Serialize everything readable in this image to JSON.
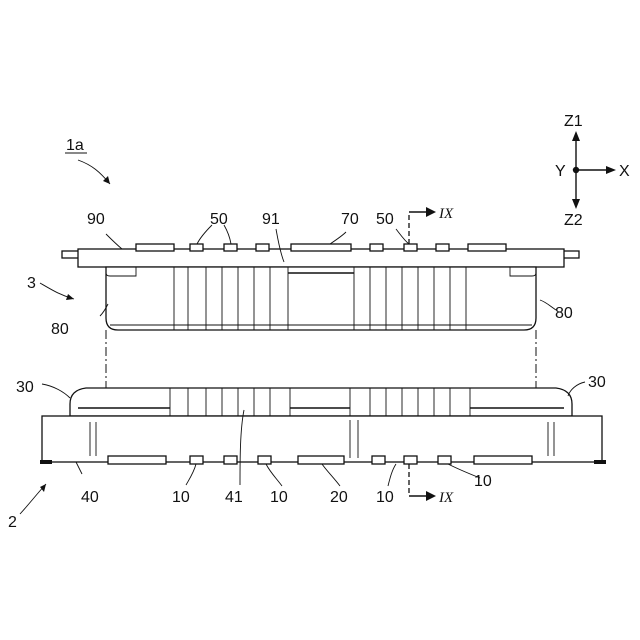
{
  "figure": {
    "ref_1a": "1a",
    "ref_3": "3",
    "ref_2": "2",
    "labels": {
      "top_90": "90",
      "top_50a": "50",
      "top_91": "91",
      "top_70": "70",
      "top_50b": "50",
      "left_80": "80",
      "right_80": "80",
      "left_30": "30",
      "right_30": "30",
      "bot_40": "40",
      "bot_10a": "10",
      "bot_41": "41",
      "bot_10b": "10",
      "bot_20": "20",
      "bot_10c": "10",
      "bot_10d": "10"
    },
    "section_top": "IX",
    "section_bottom": "IX",
    "axes": {
      "z1": "Z1",
      "z2": "Z2",
      "x": "X",
      "y": "Y"
    }
  }
}
